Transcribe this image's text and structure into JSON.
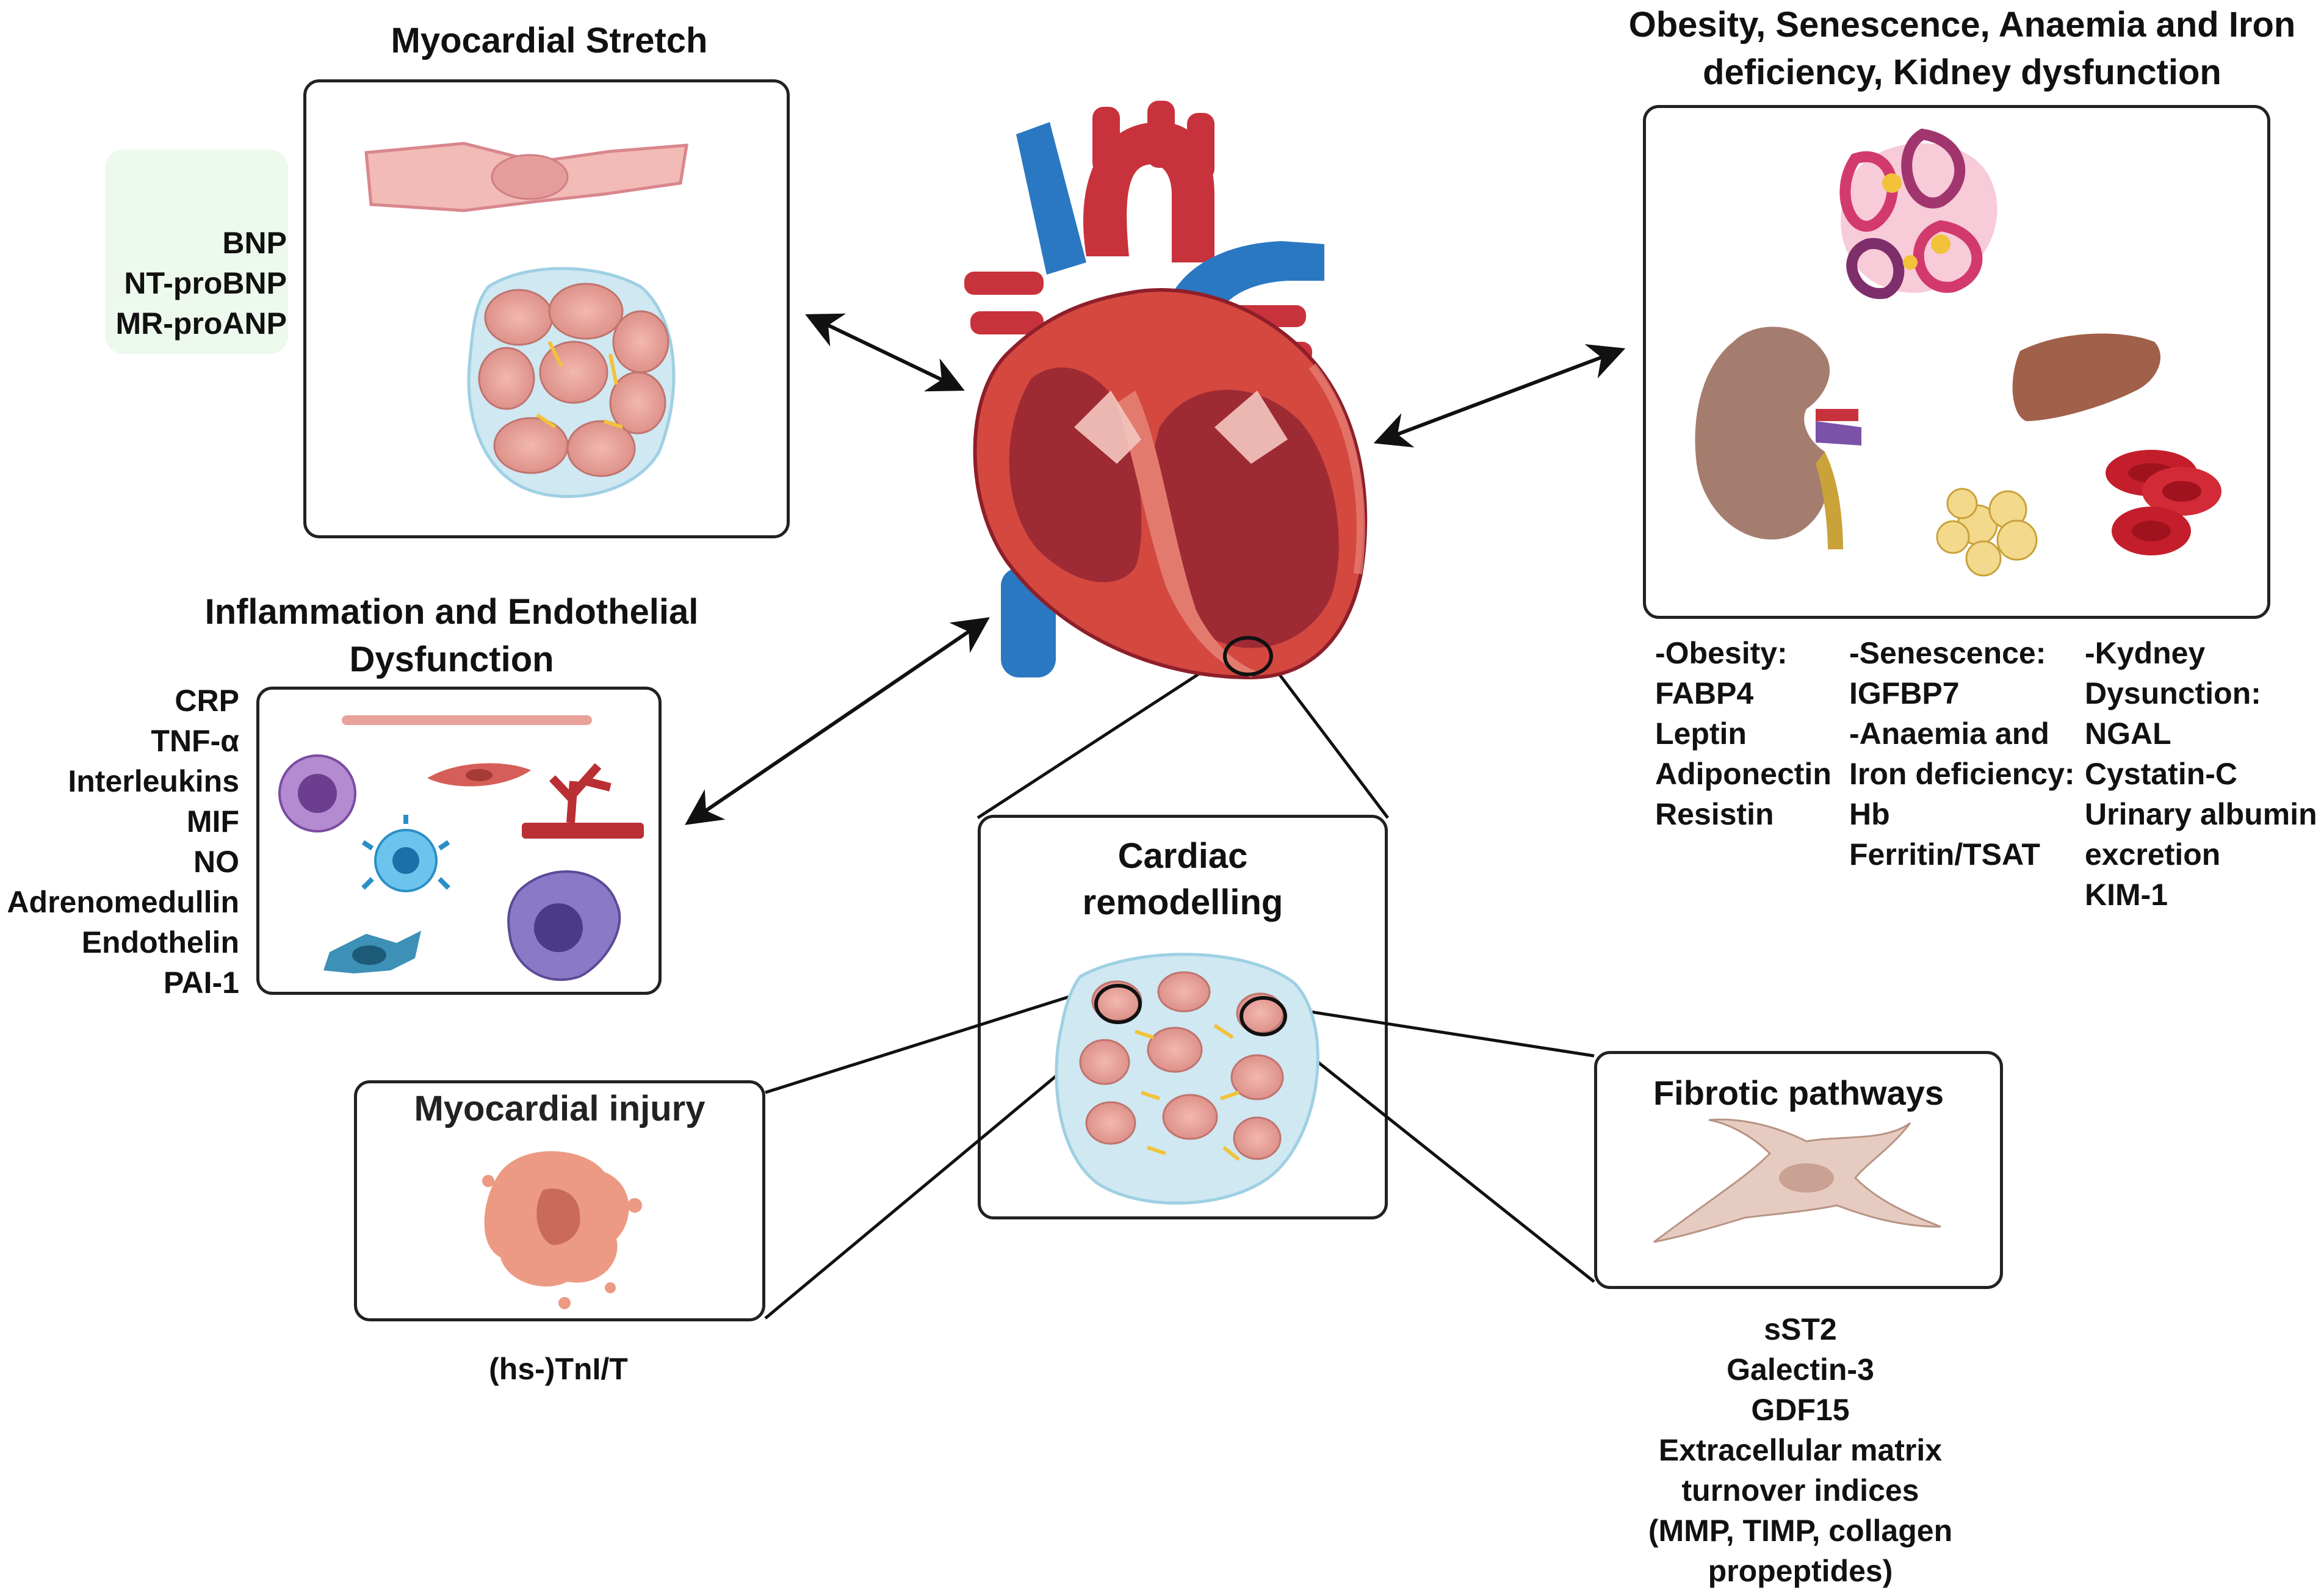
{
  "titles": {
    "stretch": "Myocardial Stretch",
    "obesity_line1": "Obesity, Senescence, Anaemia and Iron",
    "obesity_line2": "deficiency, Kidney dysfunction",
    "inflammation_line1": "Inflammation and Endothelial",
    "inflammation_line2": "Dysfunction",
    "remodelling_line1": "Cardiac",
    "remodelling_line2": "remodelling",
    "injury": "Myocardial injury",
    "fibrotic": "Fibrotic pathways"
  },
  "stretch_markers": [
    "BNP",
    "NT-proBNP",
    "MR-proANP"
  ],
  "inflammation_markers": [
    "CRP",
    "TNF-α",
    "Interleukins",
    "MIF",
    "NO",
    "Adrenomedullin",
    "Endothelin",
    "PAI-1"
  ],
  "obesity_col": [
    "-Obesity:",
    "FABP4",
    "Leptin",
    "Adiponectin",
    "Resistin"
  ],
  "senescence_col": [
    "-Senescence:",
    "IGFBP7",
    "-Anaemia and",
    "Iron deficiency:",
    "Hb",
    "Ferritin/TSAT"
  ],
  "kidney_col": [
    "-Kydney",
    "Dysunction:",
    "NGAL",
    "Cystatin-C",
    "Urinary albumin",
    "excretion",
    "KIM-1"
  ],
  "injury_markers": [
    "(hs-)TnI/T"
  ],
  "fibrotic_markers": [
    "sST2",
    "Galectin-3",
    "GDF15",
    "Extracellular matrix",
    "turnover indices",
    "(MMP, TIMP, collagen",
    "propeptides)"
  ],
  "colors": {
    "heart_red": "#c8323c",
    "heart_dark": "#8e1f2a",
    "vessel_blue": "#2a78c2",
    "cell_pink": "#e8a29a",
    "matrix_blue": "#cfe8f2",
    "fibre_yellow": "#f2c23a",
    "bnp_bg": "#eef9ee"
  }
}
